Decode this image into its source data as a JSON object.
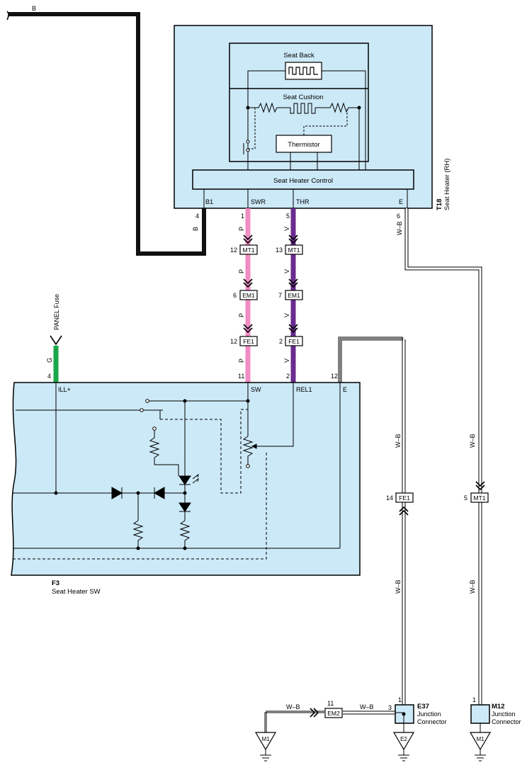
{
  "components": {
    "t18": {
      "id": "T18",
      "name": "Seat Heater (RH)"
    },
    "f3": {
      "id": "F3",
      "name": "Seat Heater SW"
    },
    "e37": {
      "id": "E37",
      "name_line1": "Junction",
      "name_line2": "Connector"
    },
    "m12": {
      "id": "M12",
      "name_line1": "Junction",
      "name_line2": "Connector"
    },
    "seat_back": "Seat Back",
    "seat_cushion": "Seat Cushion",
    "thermistor": "Thermistor",
    "seat_heater_control": "Seat Heater Control",
    "panel_fuse": "PANEL Fuse"
  },
  "terminals": {
    "b1": "B1",
    "swr": "SWR",
    "thr": "THR",
    "e": "E",
    "ill_plus": "ILL+",
    "sw": "SW",
    "rel1": "REL1",
    "f3_e": "E"
  },
  "pins": {
    "t18_b1": "4",
    "t18_swr": "1",
    "t18_thr": "5",
    "t18_e": "6",
    "mt1_swr": "12",
    "mt1_thr": "13",
    "em1_swr": "6",
    "em1_thr": "7",
    "fe1_swr": "12",
    "fe1_thr": "2",
    "f3_ill": "4",
    "f3_sw": "11",
    "f3_rel1": "2",
    "f3_e": "12",
    "fe1_ground": "14",
    "mt1_ground": "5",
    "e37_top": "1",
    "e37_left": "3",
    "em2": "11",
    "m12_top": "1"
  },
  "connectors": {
    "mt1": "MT1",
    "em1": "EM1",
    "fe1": "FE1",
    "em2": "EM2"
  },
  "wire_colors": {
    "b": "B",
    "p": "P",
    "v": "V",
    "g": "G",
    "wb": "W–B"
  },
  "grounds": {
    "m1_left": "M1",
    "e2": "E2",
    "m1_right": "M1"
  },
  "colors": {
    "module_fill": "#cce9f7",
    "wire_pink": "#f08cc3",
    "wire_violet": "#6a2b8f",
    "wire_green": "#1aa64a",
    "wire_black": "#111111"
  }
}
